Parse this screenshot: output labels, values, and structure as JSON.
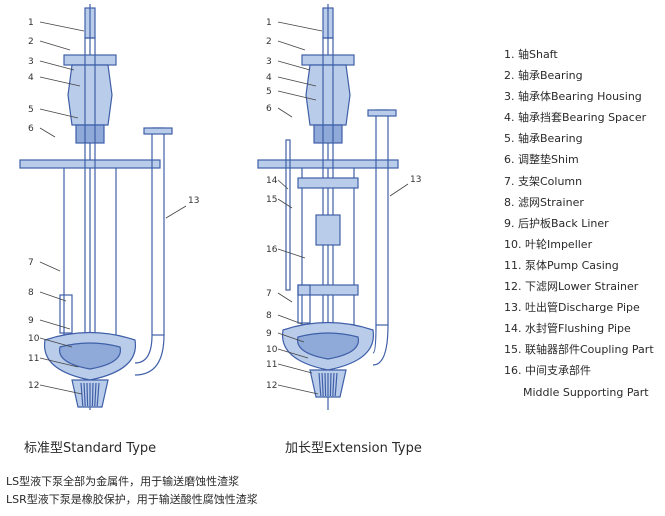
{
  "colors": {
    "line": "#3f5fa8",
    "fill": "#b9ccea",
    "fill2": "#8fa9d8",
    "text": "#2a2a2a",
    "leader": "#444444"
  },
  "standard": {
    "caption_cn": "标准型",
    "caption_en": "Standard Type",
    "callouts": [
      "1",
      "2",
      "3",
      "4",
      "5",
      "6",
      "7",
      "8",
      "9",
      "10",
      "11",
      "12",
      "13"
    ]
  },
  "extension": {
    "caption_cn": "加长型",
    "caption_en": "Extension Type",
    "callouts": [
      "1",
      "2",
      "3",
      "4",
      "5",
      "6",
      "14",
      "15",
      "16",
      "7",
      "8",
      "9",
      "10",
      "11",
      "12",
      "13"
    ]
  },
  "legend": [
    "1. 轴Shaft",
    "2. 轴承Bearing",
    "3. 轴承体Bearing Housing",
    "4. 轴承挡套Bearing Spacer",
    "5. 轴承Bearing",
    "6. 调整垫Shim",
    "7. 支架Column",
    "8. 滤网Strainer",
    "9.  后护板Back Liner",
    "10. 叶轮Impeller",
    "11. 泵体Pump Casing",
    "12. 下滤网Lower Strainer",
    "13. 吐出管Discharge Pipe",
    "14. 水封管Flushing Pipe",
    "15. 联轴器部件Coupling Part",
    "16. 中间支承部件"
  ],
  "legend_cont": "Middle Supporting Part",
  "notes": [
    "LS型液下泵全部为金属件，用于输送磨蚀性渣浆",
    "LSR型液下泵是橡胶保护，用于输送酸性腐蚀性渣浆"
  ]
}
